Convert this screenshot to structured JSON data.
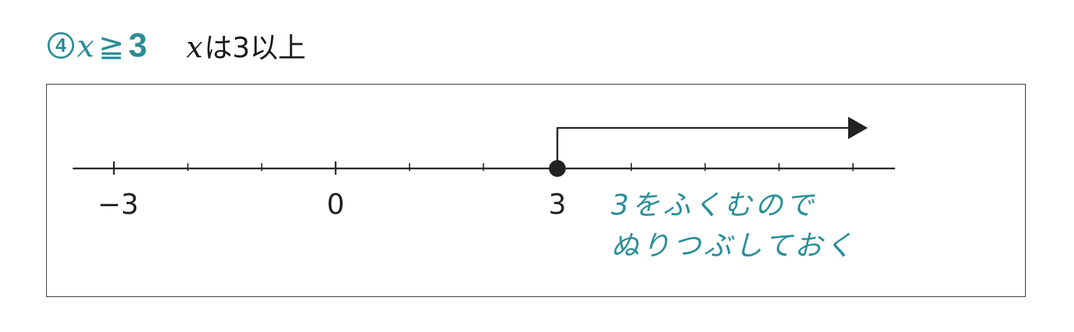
{
  "heading": {
    "problem_number": "4",
    "inequality": {
      "variable": "x",
      "symbol": "≧",
      "value": "3"
    },
    "reading": {
      "variable": "x",
      "text": "は3以上"
    }
  },
  "number_line": {
    "ticks": [
      -3,
      -2,
      -1,
      0,
      1,
      2,
      3,
      4,
      5,
      6,
      7
    ],
    "labels": [
      "−3",
      "0",
      "3"
    ],
    "label_values": [
      -3,
      0,
      3
    ],
    "solution_start": 3,
    "solution_direction": "right",
    "endpoint": "filled"
  },
  "note": {
    "line1": "3をふくむので",
    "line2": "ぬりつぶしておく"
  },
  "colors": {
    "accent": "#2a8d98",
    "ink": "#222222"
  }
}
